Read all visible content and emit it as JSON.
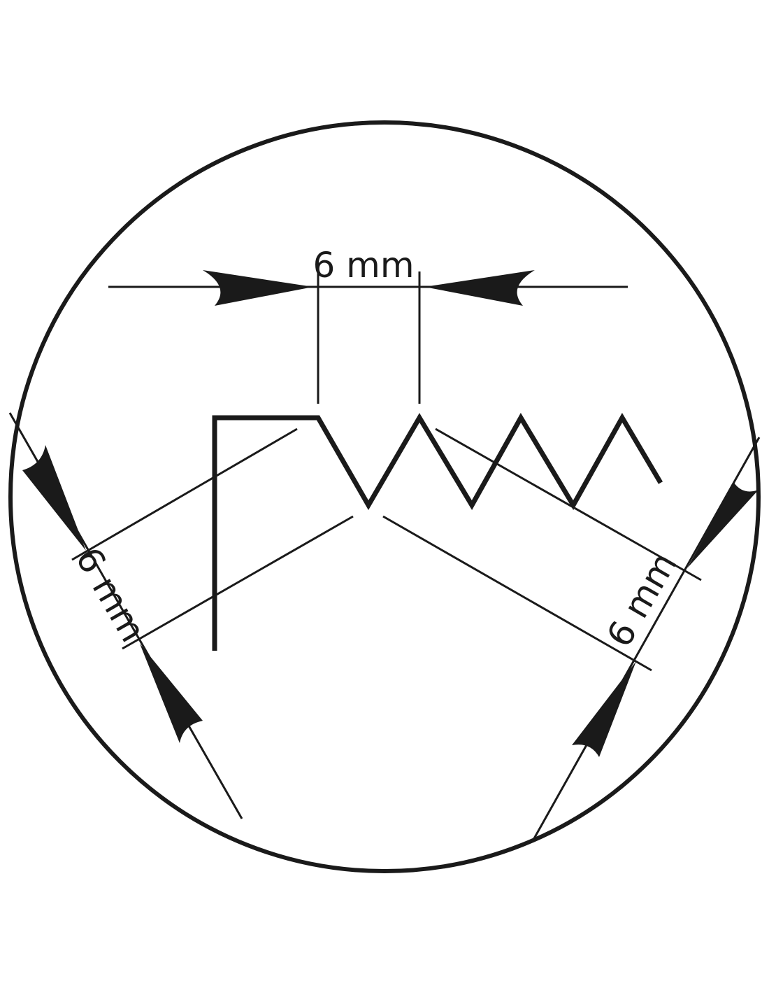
{
  "diagram": {
    "ink_color": "#1a1a1a",
    "background_color": "#ffffff",
    "dimensions": {
      "top": {
        "label": "6 mm"
      },
      "left": {
        "label": "6 mm"
      },
      "right": {
        "label": "6 mm"
      }
    }
  }
}
